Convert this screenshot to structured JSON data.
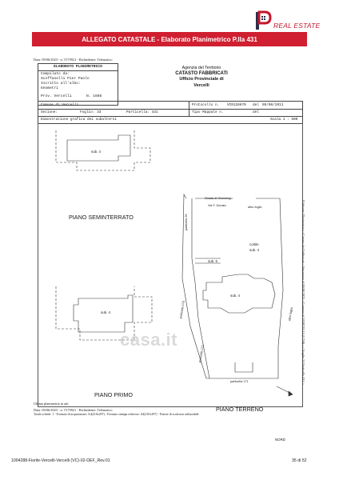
{
  "brand": {
    "letter": "P",
    "name": "REAL ESTATE",
    "color_primary": "#c3172d",
    "color_dark": "#2a2f4a"
  },
  "banner": {
    "text": "ALLEGATO CATASTALE - Elaborato Planimetrico P.lla 431",
    "color": "#cf1f30"
  },
  "document": {
    "top_note": "Data: 09/06/2023 - n. T179921 - Richiedente: Telematico",
    "header_box": {
      "title": "ELABORATO PLANIMETRICO",
      "line1": "Compilato da:",
      "line2": "Scoffanelli Pier Paolo",
      "line3": "Iscritto all'albo:",
      "line4": "Geometri",
      "prov_label": "Prov. Vercelli",
      "number_label": "N.  1666"
    },
    "agency": {
      "line1": "Agenzia del Territorio",
      "line2": "CATASTO FABBRICATI",
      "line3": "Ufficio Provinciale di",
      "line4": "Vercelli"
    },
    "table": {
      "comune": "Comune di Vercelli",
      "sezione": "Sezione:",
      "foglio": "Foglio: 33",
      "particella": "Particella: 431",
      "protocollo_label": "Protocollo n.",
      "protocollo_value": "VC0128670",
      "del_label": "del",
      "del_value": "05/08/2011",
      "tipo_mappale": "Tipo Mappale n.",
      "del2": "del",
      "dimostrazione": "Dimostrazione grafica dei subalterni",
      "scala": "Scala 1 : 500"
    },
    "plan": {
      "labels": {
        "sub4_top": "sub. 4",
        "piano_seminterrato": "PIANO SEMINTERRATO",
        "sub4_mid": "sub. 4",
        "piano_primo": "PIANO PRIMO",
        "strada": "Strada di Olcenengo",
        "via": "Via F. Donato",
        "altro_foglio": "altro foglio",
        "cortile": "cortile",
        "cortile_sub": "sub. 4",
        "particella_26": "particella 26",
        "sub5": "sub. 5",
        "sub4_right": "sub. 4",
        "particella_175": "particella 175",
        "particella_171_v": "particella 171",
        "altro_foglio_v": "altro foglio",
        "particella_171_h": "particella 171",
        "piano_terreno": "PIANO TERRENO",
        "nord": "NORD"
      },
      "bottom_note1": "Ultima planimetria in atti",
      "bottom_note2": "Data: 09/06/2023 - n. T179921 - Richiedente: Telematico",
      "bottom_note3": "Totale schede: 1 - Formato di acquisizione: A4(210x297) - Formato stampa richiesto: A4(210x297) - Fattore di scala non utilizzabile"
    },
    "side_text": "Elaborato Planimetrico - Catasto dei Fabbricati - Situazione al 09/06/2023 - Comune di VERCELLI (L750) - < Foglio 33 Particella 431 >",
    "watermark": "casa.it"
  },
  "footer": {
    "left": "1004288-Fiorile-Vercelli-Vercelli (VC)-02-DEF_Rev.01",
    "right": "35 di 52"
  }
}
